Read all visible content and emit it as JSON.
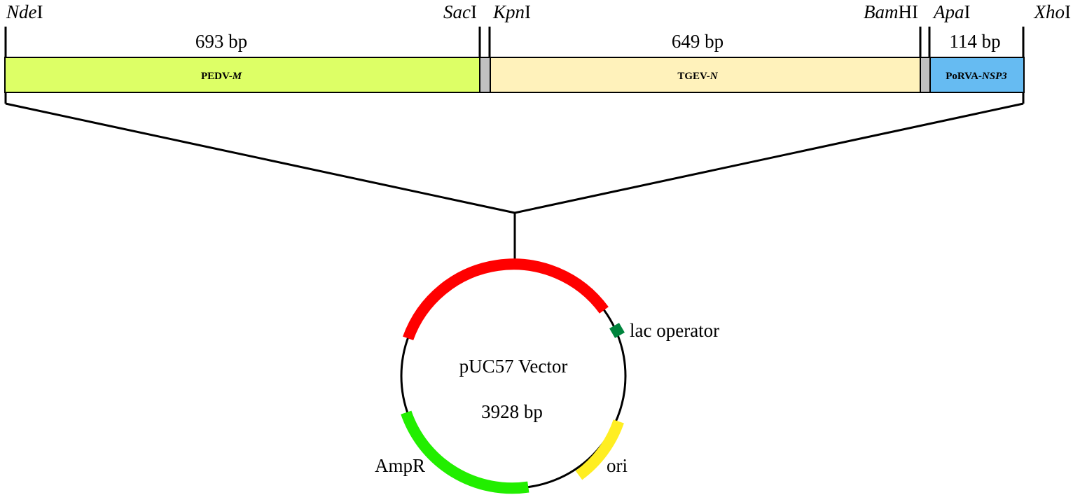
{
  "restriction_sites": [
    {
      "italic": "Nde",
      "roman": "I"
    },
    {
      "italic": "Sac",
      "roman": "I"
    },
    {
      "italic": "Kpn",
      "roman": "I"
    },
    {
      "italic": "Bam",
      "roman": "HI"
    },
    {
      "italic": "Apa",
      "roman": "I"
    },
    {
      "italic": "Xho",
      "roman": "I"
    }
  ],
  "segments": [
    {
      "size": "693 bp",
      "prefix": "PEDV-",
      "gene": "M",
      "color": "#DDFF66"
    },
    {
      "size": "649 bp",
      "prefix": "TGEV-",
      "gene": "N",
      "color": "#FFF2BB"
    },
    {
      "size": "114 bp",
      "prefix": "PoRVA-",
      "gene": "NSP3",
      "color": "#66BBF2"
    }
  ],
  "linker_color": "#C0C0C0",
  "plasmid": {
    "name": "pUC57 Vector",
    "size": "3928 bp",
    "features": [
      {
        "label": "",
        "color": "#FF0000"
      },
      {
        "label": "lac operator",
        "color": "#00843D"
      },
      {
        "label": "ori",
        "color": "#FFEE22"
      },
      {
        "label": "AmpR",
        "color": "#22EE00"
      }
    ]
  }
}
